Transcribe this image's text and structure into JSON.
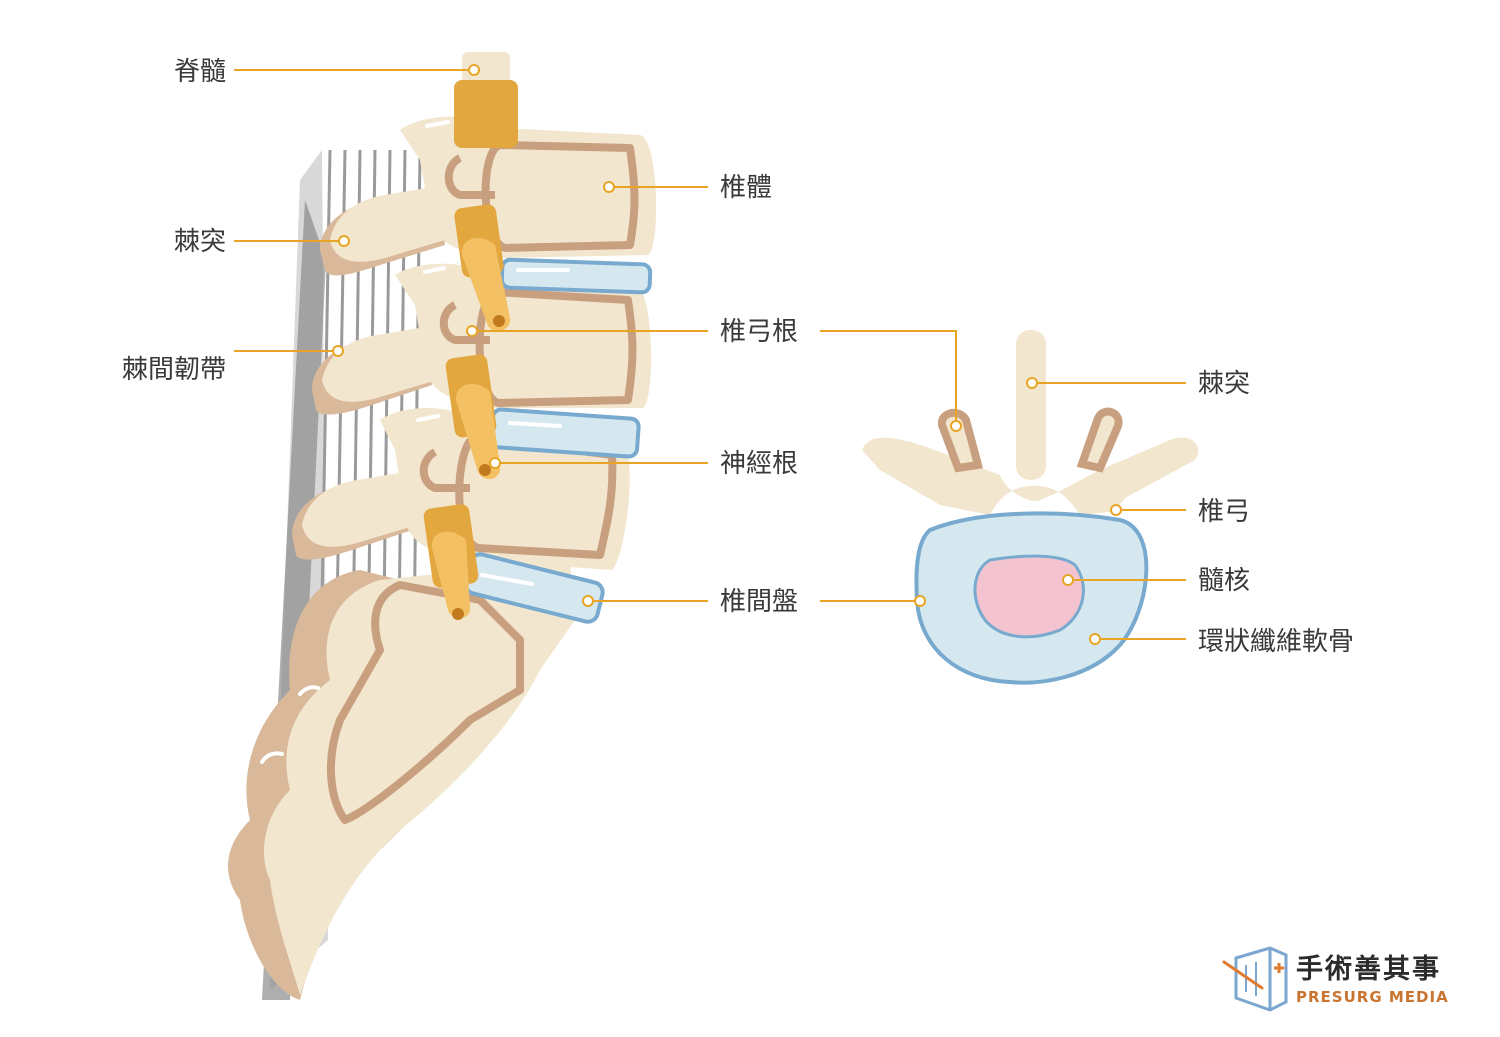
{
  "side_view_labels": {
    "spinal_cord": "脊髓",
    "spinous_process": "棘突",
    "interspinous_ligament": "棘間韌帶",
    "vertebral_body": "椎體",
    "pedicle": "椎弓根",
    "nerve_root": "神經根",
    "intervertebral_disc": "椎間盤"
  },
  "cross_section_labels": {
    "spinous_process": "棘突",
    "lamina": "椎弓",
    "nucleus_pulposus": "髓核",
    "annulus_fibrosus": "環狀纖維軟骨"
  },
  "logo": {
    "name_cn": "手術善其事",
    "name_en": "PRESURG MEDIA"
  },
  "colors": {
    "bone": "#f2e6cf",
    "bone_outline": "#c9a07f",
    "spinal_cord": "#e3a740",
    "nerve": "#f4c064",
    "disc": "#d5e8ef",
    "disc_outline": "#78a9cf",
    "nucleus": "#f4c3d0",
    "leader_line": "#e8a525",
    "ligament": "#9a9a9a"
  }
}
